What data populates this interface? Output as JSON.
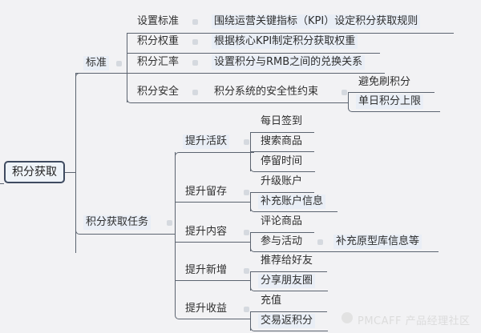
{
  "root": {
    "label": "积分获取"
  },
  "branches": [
    {
      "label": "标准",
      "children": [
        {
          "label": "设置标准",
          "detail": "围绕运营关键指标（KPI）设定积分获取规则"
        },
        {
          "label": "积分权重",
          "detail": "根据核心KPI制定积分获取权重"
        },
        {
          "label": "积分汇率",
          "detail": "设置积分与RMB之间的兑换关系"
        },
        {
          "label": "积分安全",
          "detail": "积分系统的安全性约束",
          "children": [
            "避免刷积分",
            "单日积分上限"
          ]
        }
      ]
    },
    {
      "label": "积分获取任务",
      "children": [
        {
          "label": "提升活跃",
          "children": [
            "每日签到",
            "搜索商品",
            "停留时间"
          ]
        },
        {
          "label": "提升留存",
          "children": [
            "升级账户",
            "补充账户信息"
          ]
        },
        {
          "label": "提升内容",
          "children": [
            "评论商品",
            "参与活动"
          ],
          "extra": "补充原型库信息等"
        },
        {
          "label": "提升新增",
          "children": [
            "推荐给好友",
            "分享朋友圈"
          ]
        },
        {
          "label": "提升收益",
          "children": [
            "充值",
            "交易返积分"
          ]
        }
      ]
    }
  ],
  "watermark": "PMCAFF 产品经理社区",
  "colors": {
    "line": "#5c6470",
    "root_border": "#3f4b60",
    "background": "#f2f2f4"
  }
}
